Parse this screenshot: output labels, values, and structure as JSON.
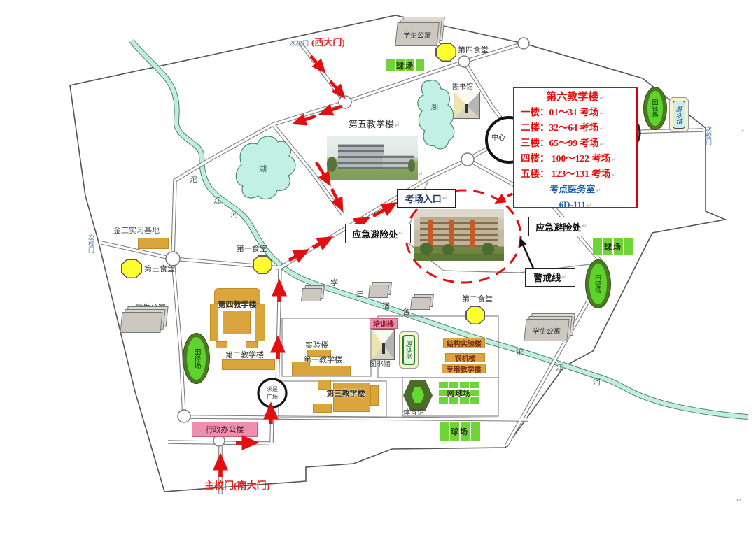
{
  "colors": {
    "route_red": "#e01010",
    "info_border_red": "#dd0000",
    "info_blue": "#1f5fa8",
    "gate_blue": "#4472c4",
    "river_fill": "#bdf0dc",
    "field_green": "#6fd435",
    "building_tan": "#d9a53c",
    "bar_pink": "#ef8fae"
  },
  "info_box": {
    "title": "第六教学楼",
    "floors": [
      "一楼：01～31 考场",
      "二楼：32～64 考场",
      "三楼：65～99 考场",
      "四楼： 100～122 考场",
      "五楼： 123～131 考场"
    ],
    "clinic": "考点医务室",
    "clinic_room": "6D-111"
  },
  "callouts": {
    "exam_entrance": "考场入口",
    "emergency": "应急避险处",
    "cordon": "警戒线"
  },
  "gates": {
    "west_side": "次校门",
    "west_name": "(西大门)",
    "main": "主校门(南大门)",
    "left": "次校门",
    "right": "次校门"
  },
  "river": {
    "chars": [
      "沱",
      "江",
      "河"
    ]
  },
  "places": {
    "apartment": "学生公寓",
    "canteen1": "第一食堂",
    "canteen2": "第二食堂",
    "canteen3": "第三食堂",
    "canteen4": "第四食堂",
    "lake": "湖",
    "library": "图书馆",
    "teach1": "第一教学楼",
    "teach2": "第二教学楼",
    "teach3": "第三教学楼",
    "teach4": "第四教学楼",
    "teach5": "第五教学楼",
    "center_circle": "中心",
    "track": "田径场",
    "swim_hall": "游泳馆",
    "swim_pool": "游泳池",
    "court": "球场",
    "tennis": "网球场",
    "gym": "体育馆",
    "dorm_chars": [
      "学",
      "生",
      "宿",
      "舍"
    ],
    "metalwork": "金工实习基地",
    "training": "培训楼",
    "lab": "实验楼",
    "struct_lab": "结构实验楼",
    "agri": "农机楼",
    "special_teach": "专用教学楼",
    "plaza": [
      "求是",
      "广场"
    ],
    "admin": "行政办公楼"
  },
  "misc": {
    "return_mark": "↵"
  }
}
